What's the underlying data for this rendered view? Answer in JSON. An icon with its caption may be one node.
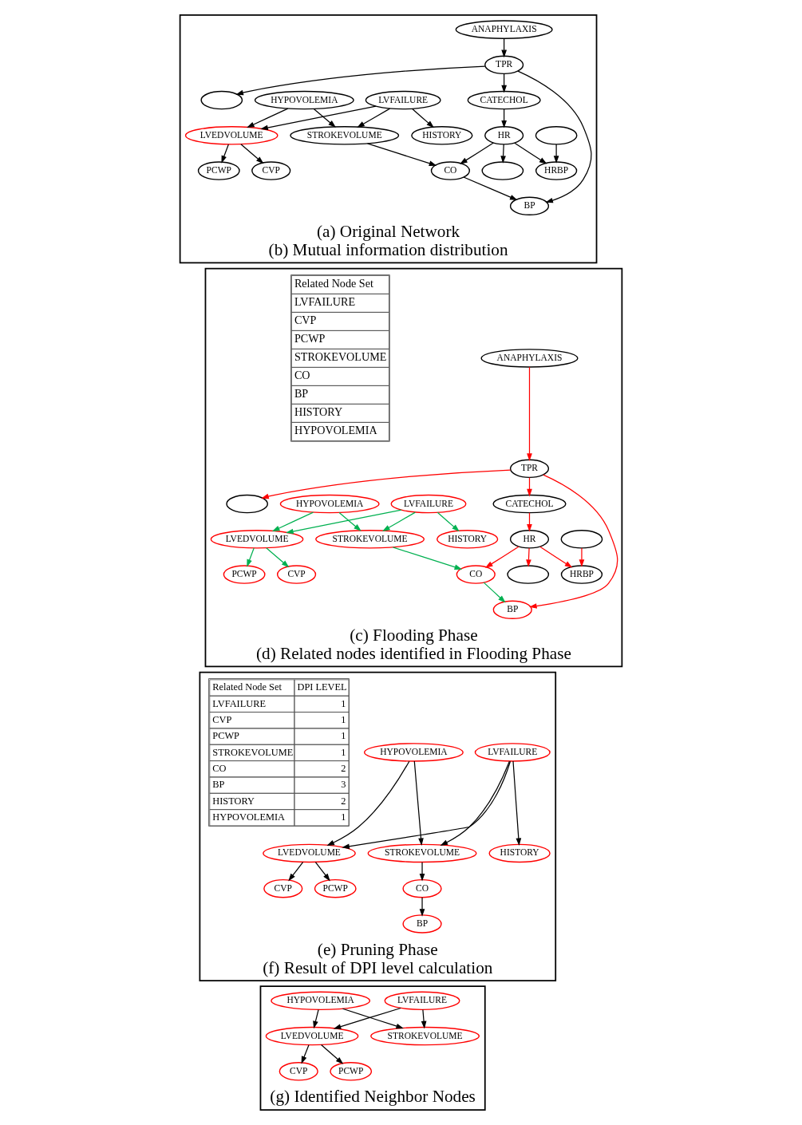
{
  "diagram": {
    "nodes": [
      {
        "text": [
          "(a) Original Network",
          "(b) Mutual information distribution"
        ]
      },
      {
        "text": [
          "ANAPHYLAXIS"
        ],
        "in": 0
      },
      {
        "text": [
          "TPR"
        ],
        "in": 0
      },
      {
        "text": [],
        "shape": "ellipse",
        "in": 0
      },
      {
        "text": [
          "LVFAILURE"
        ],
        "in": 0
      },
      {
        "text": [
          "HYPOVOLEMIA"
        ],
        "in": 0
      },
      {
        "text": [
          "CATECHOL"
        ],
        "in": 0
      },
      {
        "text": [
          "HISTORY"
        ],
        "in": 0
      },
      {
        "text": [
          "LVEDVOLUME"
        ],
        "in": 0
      },
      {
        "text": [
          "STROKEVOLUME"
        ],
        "in": 0
      },
      {
        "text": [
          "HR"
        ],
        "in": 0
      },
      {
        "text": [],
        "shape": "ellipse",
        "in": 0
      },
      {
        "text": [
          "CVP"
        ],
        "in": 0
      },
      {
        "text": [
          "PCWP"
        ],
        "in": 0
      },
      {
        "text": [
          "CO"
        ],
        "in": 0
      },
      {
        "text": [
          "HRBP"
        ],
        "in": 0
      },
      {
        "text": [],
        "shape": "ellipse",
        "in": 0
      },
      {
        "text": [
          "BP"
        ],
        "in": 0
      },
      {
        "text": [
          "(c) Flooding Phase",
          "(d) Related nodes identified in Flooding Phase"
        ]
      },
      {
        "text": [
          "ANAPHYLAXIS"
        ],
        "in": 18
      },
      {
        "text": [
          "TPR"
        ],
        "in": 18
      },
      {
        "text": [],
        "shape": "ellipse",
        "in": 18
      },
      {
        "text": [
          "LVFAILURE"
        ],
        "in": 18
      },
      {
        "text": [
          "HYPOVOLEMIA"
        ],
        "in": 18
      },
      {
        "text": [
          "CATECHOL"
        ],
        "in": 18
      },
      {
        "text": [
          "HISTORY"
        ],
        "in": 18
      },
      {
        "text": [
          "LVEDVOLUME"
        ],
        "in": 18
      },
      {
        "text": [
          "STROKEVOLUME"
        ],
        "in": 18
      },
      {
        "text": [
          "HR"
        ],
        "in": 18
      },
      {
        "text": [],
        "shape": "ellipse",
        "in": 18
      },
      {
        "text": [
          "CVP"
        ],
        "in": 18
      },
      {
        "text": [
          "PCWP"
        ],
        "in": 18
      },
      {
        "text": [
          "CO"
        ],
        "in": 18
      },
      {
        "text": [
          "HRBP"
        ],
        "in": 18
      },
      {
        "text": [],
        "shape": "ellipse",
        "in": 18
      },
      {
        "text": [
          "BP"
        ],
        "in": 18
      },
      {
        "text": [
          "(e) Pruning Phase",
          "(f) Result of DPI level calculation"
        ]
      },
      {
        "text": [
          "LVFAILURE"
        ],
        "in": 36
      },
      {
        "text": [
          "HYPOVOLEMIA"
        ],
        "in": 36
      },
      {
        "text": [
          "HISTORY"
        ],
        "in": 36
      },
      {
        "text": [
          "LVEDVOLUME"
        ],
        "in": 36
      },
      {
        "text": [
          "STROKEVOLUME"
        ],
        "in": 36
      },
      {
        "text": [
          "CVP"
        ],
        "in": 36
      },
      {
        "text": [
          "PCWP"
        ],
        "in": 36
      },
      {
        "text": [
          "CO"
        ],
        "in": 36
      },
      {
        "text": [
          "BP"
        ],
        "in": 36
      },
      {
        "text": [
          "(g) Identified Neighbor Nodes"
        ]
      },
      {
        "text": [
          "LVFAILURE"
        ],
        "in": 46
      },
      {
        "text": [
          "HYPOVOLEMIA"
        ],
        "in": 46
      },
      {
        "text": [
          "LVEDVOLUME"
        ],
        "in": 46
      },
      {
        "text": [
          "STROKEVOLUME"
        ],
        "in": 46
      },
      {
        "text": [
          "CVP"
        ],
        "in": 46
      },
      {
        "text": [
          "PCWP"
        ],
        "in": 46
      }
    ],
    "edges": [
      {
        "from": 1,
        "to": 2,
        "arrow": "to"
      },
      {
        "from": 2,
        "to": 3,
        "arrow": "to"
      },
      {
        "from": 2,
        "to": 6,
        "arrow": "to"
      },
      {
        "from": 2,
        "to": 17,
        "arrow": "to"
      },
      {
        "from": 4,
        "to": 7,
        "arrow": "to"
      },
      {
        "from": 4,
        "to": 8,
        "arrow": "to"
      },
      {
        "from": 4,
        "to": 9,
        "arrow": "to"
      },
      {
        "from": 5,
        "to": 8,
        "arrow": "to"
      },
      {
        "from": 5,
        "to": 9,
        "arrow": "to"
      },
      {
        "from": 6,
        "to": 10,
        "arrow": "to"
      },
      {
        "from": 10,
        "to": 11,
        "arrow": "to"
      },
      {
        "from": 10,
        "to": 14,
        "arrow": "to"
      },
      {
        "from": 10,
        "to": 15,
        "arrow": "to"
      },
      {
        "from": 16,
        "to": 15,
        "arrow": "to"
      },
      {
        "from": 8,
        "to": 12,
        "arrow": "to"
      },
      {
        "from": 8,
        "to": 13,
        "arrow": "to"
      },
      {
        "from": 9,
        "to": 14,
        "arrow": "to"
      },
      {
        "from": 14,
        "to": 17,
        "arrow": "to"
      },
      {
        "from": 19,
        "to": 20,
        "arrow": "to",
        "color": "#ff0000"
      },
      {
        "from": 20,
        "to": 21,
        "arrow": "to",
        "color": "#ff0000"
      },
      {
        "from": 20,
        "to": 24,
        "arrow": "to",
        "color": "#ff0000"
      },
      {
        "from": 20,
        "to": 35,
        "arrow": "to",
        "color": "#ff0000"
      },
      {
        "from": 22,
        "to": 25,
        "arrow": "to",
        "color": "#00b050"
      },
      {
        "from": 22,
        "to": 26,
        "arrow": "to",
        "color": "#00b050"
      },
      {
        "from": 22,
        "to": 27,
        "arrow": "to",
        "color": "#00b050"
      },
      {
        "from": 23,
        "to": 26,
        "arrow": "to",
        "color": "#00b050"
      },
      {
        "from": 23,
        "to": 27,
        "arrow": "to",
        "color": "#00b050"
      },
      {
        "from": 24,
        "to": 28,
        "arrow": "to",
        "color": "#ff0000"
      },
      {
        "from": 28,
        "to": 29,
        "arrow": "to",
        "color": "#ff0000"
      },
      {
        "from": 28,
        "to": 32,
        "arrow": "to",
        "color": "#ff0000"
      },
      {
        "from": 28,
        "to": 33,
        "arrow": "to",
        "color": "#ff0000"
      },
      {
        "from": 34,
        "to": 33,
        "arrow": "to",
        "color": "#ff0000"
      },
      {
        "from": 26,
        "to": 30,
        "arrow": "to",
        "color": "#00b050"
      },
      {
        "from": 26,
        "to": 31,
        "arrow": "to",
        "color": "#00b050"
      },
      {
        "from": 27,
        "to": 32,
        "arrow": "to",
        "color": "#00b050"
      },
      {
        "from": 32,
        "to": 35,
        "arrow": "to",
        "color": "#00b050"
      },
      {
        "from": 37,
        "to": 39,
        "arrow": "to"
      },
      {
        "from": 37,
        "to": 40,
        "arrow": "to"
      },
      {
        "from": 37,
        "to": 41,
        "arrow": "to"
      },
      {
        "from": 38,
        "to": 40,
        "arrow": "to"
      },
      {
        "from": 38,
        "to": 41,
        "arrow": "to"
      },
      {
        "from": 40,
        "to": 42,
        "arrow": "to"
      },
      {
        "from": 40,
        "to": 43,
        "arrow": "to"
      },
      {
        "from": 41,
        "to": 44,
        "arrow": "to"
      },
      {
        "from": 44,
        "to": 45,
        "arrow": "to"
      },
      {
        "from": 47,
        "to": 49,
        "arrow": "to"
      },
      {
        "from": 47,
        "to": 50,
        "arrow": "to"
      },
      {
        "from": 48,
        "to": 49,
        "arrow": "to"
      },
      {
        "from": 48,
        "to": 50,
        "arrow": "to"
      },
      {
        "from": 49,
        "to": 51,
        "arrow": "to"
      },
      {
        "from": 49,
        "to": 52,
        "arrow": "to"
      }
    ],
    "labels": [
      "Related Node Set",
      "LVFAILURE",
      "CVP",
      "PCWP",
      "STROKEVOLUME",
      "CO",
      "BP",
      "HISTORY",
      "HYPOVOLEMIA",
      "Related Node Set",
      "DPI LEVEL",
      "LVFAILURE",
      "1",
      "CVP",
      "1",
      "PCWP",
      "1",
      "STROKEVOLUME",
      "1",
      "CO",
      "2",
      "BP",
      "3",
      "HISTORY",
      "2",
      "HYPOVOLEMIA",
      "1"
    ]
  }
}
